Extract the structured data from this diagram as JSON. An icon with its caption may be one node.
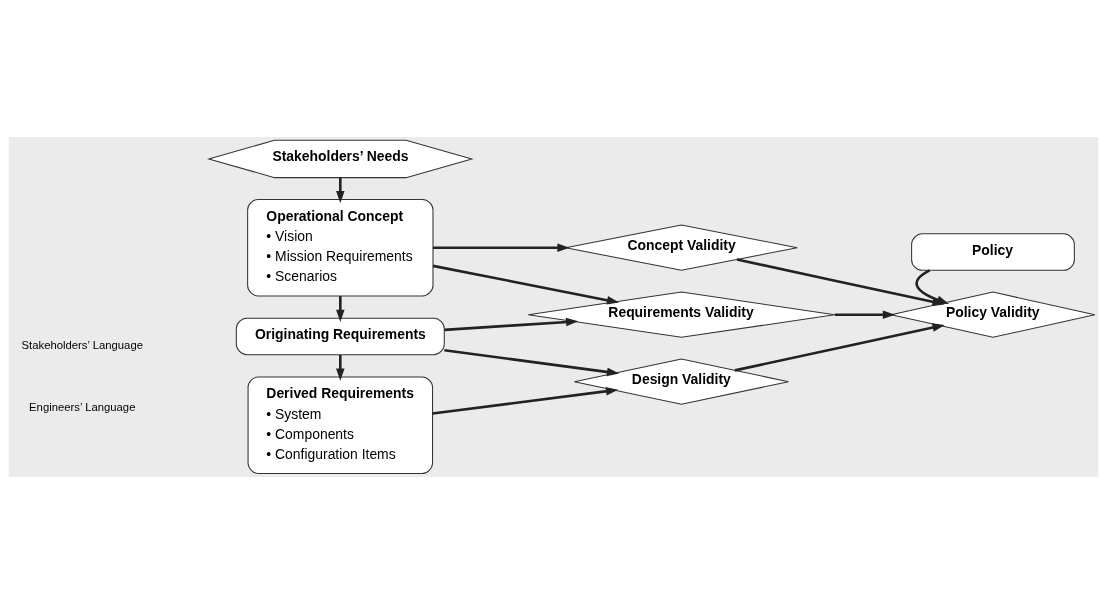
{
  "diagram": {
    "nodes": [
      {
        "text": [
          "Stakeholders’ Needs"
        ]
      },
      {
        "text": [
          "Operational Concept",
          "• Vision",
          "• Mission Requirements",
          "• Scenarios"
        ]
      },
      {
        "text": [
          "Originating Requirements"
        ]
      },
      {
        "text": [
          "Derived Requirements",
          "• System",
          "• Components",
          "• Configuration Items"
        ]
      },
      {
        "text": [
          "Concept Validity"
        ]
      },
      {
        "text": [
          "Requirements Validity"
        ]
      },
      {
        "text": [
          "Design Validity"
        ]
      },
      {
        "text": [
          "Policy"
        ]
      },
      {
        "text": [
          "Policy Validity"
        ]
      }
    ],
    "edges": [
      {
        "from": 0,
        "to": 1,
        "arrow": "to"
      },
      {
        "from": 1,
        "to": 2,
        "arrow": "to"
      },
      {
        "from": 2,
        "to": 3,
        "arrow": "to"
      },
      {
        "from": 1,
        "to": 4,
        "arrow": "to"
      },
      {
        "from": 1,
        "to": 5,
        "arrow": "to"
      },
      {
        "from": 2,
        "to": 5,
        "arrow": "to"
      },
      {
        "from": 2,
        "to": 6,
        "arrow": "to"
      },
      {
        "from": 3,
        "to": 6,
        "arrow": "to"
      },
      {
        "from": 4,
        "to": 8,
        "arrow": "to"
      },
      {
        "from": 5,
        "to": 8,
        "arrow": "to"
      },
      {
        "from": 6,
        "to": 8,
        "arrow": "to"
      },
      {
        "from": 7,
        "to": 8,
        "arrow": "to"
      }
    ],
    "labels": [
      "Stakeholders’ Language",
      "Engineers’ Language"
    ]
  }
}
